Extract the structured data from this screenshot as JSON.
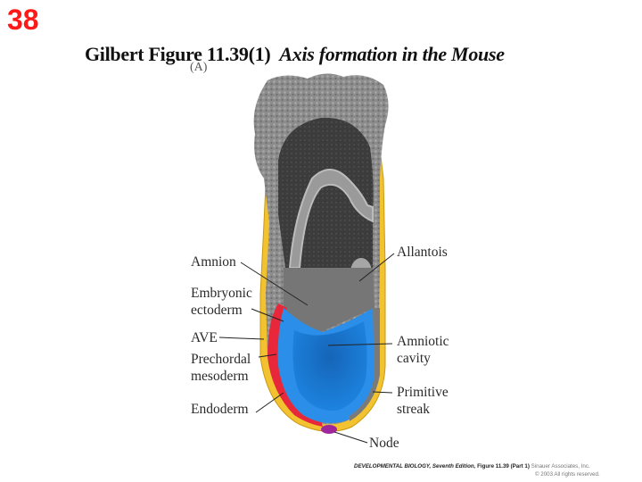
{
  "slide": {
    "number": "38",
    "number_color": "#ff1a1a"
  },
  "title": {
    "prefix": "Gilbert Figure 11.39(1)",
    "italic": "Axis formation in the Mouse"
  },
  "figure": {
    "panel_label": "(A)",
    "colors": {
      "sem_gray": "#8a8a8a",
      "cavity_dark": "#3e3e3e",
      "visceral_endoderm_yellow": "#f2c230",
      "ave_red": "#e8283a",
      "ectoderm_blue": "#1f7fd6",
      "node_purple": "#a0279a"
    },
    "labels_left": [
      {
        "text": "Amnion"
      },
      {
        "text": "Embryonic\nectoderm",
        "line1": "Embryonic",
        "line2": "ectoderm"
      },
      {
        "text": "AVE"
      },
      {
        "text": "Prechordal\nmesoderm",
        "line1": "Prechordal",
        "line2": "mesoderm"
      },
      {
        "text": "Endoderm"
      }
    ],
    "labels_right": [
      {
        "text": "Allantois"
      },
      {
        "text": "Amniotic\ncavity",
        "line1": "Amniotic",
        "line2": "cavity"
      },
      {
        "text": "Primitive\nstreak",
        "line1": "Primitive",
        "line2": "streak"
      },
      {
        "text": "Node"
      }
    ]
  },
  "credit": {
    "book": "DEVELOPMENTAL BIOLOGY, Seventh Edition,",
    "figure": "Figure 11.39 (Part 1)",
    "publisher": "Sinauer Associates, Inc.",
    "copyright": "© 2003 All rights reserved."
  }
}
